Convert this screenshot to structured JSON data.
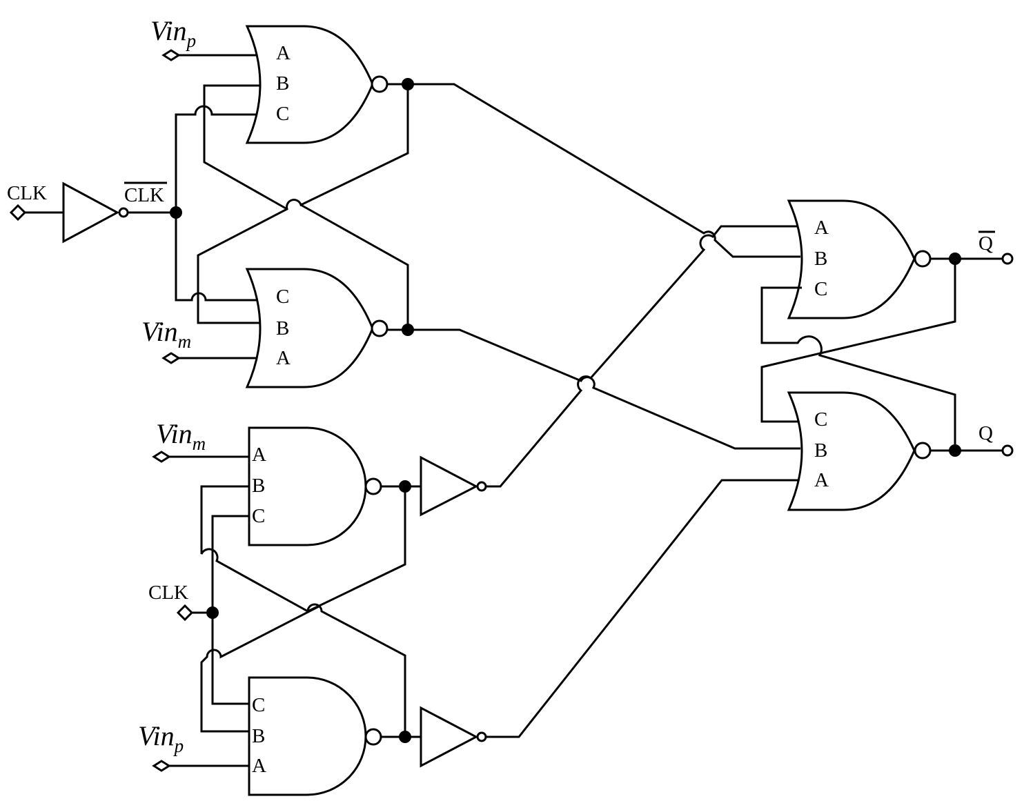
{
  "labels": {
    "clk_in": "CLK",
    "clk_bar": "CLK",
    "clk_lower": "CLK",
    "q_bar": "Q",
    "q": "Q"
  },
  "inputs": {
    "vin_p_top": {
      "base": "Vin",
      "sub": "p"
    },
    "vin_m_top": {
      "base": "Vin",
      "sub": "m"
    },
    "vin_m_bottom": {
      "base": "Vin",
      "sub": "m"
    },
    "vin_p_bottom": {
      "base": "Vin",
      "sub": "p"
    }
  },
  "pins": {
    "nor1": [
      "A",
      "B",
      "C"
    ],
    "nor2": [
      "C",
      "B",
      "A"
    ],
    "nand1": [
      "A",
      "B",
      "C"
    ],
    "nand2": [
      "C",
      "B",
      "A"
    ],
    "nor3": [
      "A",
      "B",
      "C"
    ],
    "nor4": [
      "C",
      "B",
      "A"
    ]
  }
}
